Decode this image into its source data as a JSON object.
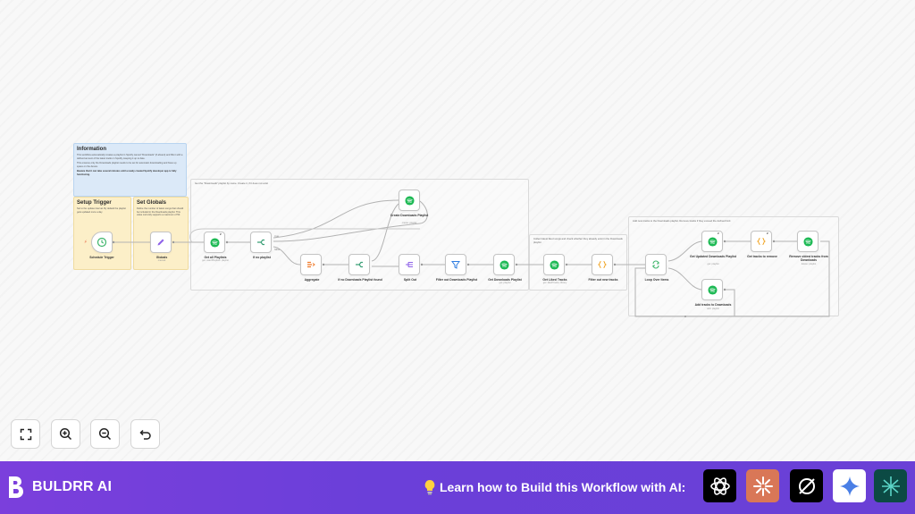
{
  "stickies": {
    "information": {
      "title": "Information",
      "p1": "This workflow automatically creates a playlist in Spotify named \"Downloads\" (if absent) and fills it with a defined amount of the latest tracks in Spotify, keeping it up to date.",
      "p2": "This ensures only the Downloads playlist needs to be set for automatic downloading and frees up space on the device.",
      "p3": "Beware that it can take several minutes until a newly created Spotify developer app is fully functioning."
    },
    "setup_trigger": {
      "title": "Setup Trigger",
      "text": "Set to the update interval. By default the playlist gets updated once a day."
    },
    "set_globals": {
      "title": "Set Globals",
      "text": "Define the number of latest songs that should be included in the Downloads playlist. This value currently supports a maximum of 50."
    },
    "group1_caption": "Get the \"Downloads\" playlist by name. Create it, if it does not exist",
    "group2_caption": "Collect latest liked songs and check whether they already exist in the Downloads playlist",
    "group3_caption": "Add new tracks to the Downloads playlist. Remove tracks if they exceed the defined limit"
  },
  "nodes": {
    "schedule_trigger": {
      "label": "Schedule Trigger",
      "sub": ""
    },
    "globals": {
      "label": "Globals",
      "sub": "manual"
    },
    "get_all_playlists": {
      "label": "Get all Playlists",
      "sub": "get: user/Playlists: playlist",
      "badge": "2"
    },
    "if_no_playlist": {
      "label": "If no playlist",
      "sub": ""
    },
    "create_downloads": {
      "label": "Create Downloads Playlist",
      "sub": "create: playlist"
    },
    "aggregate": {
      "label": "Aggregate",
      "sub": ""
    },
    "if_no_downloads": {
      "label": "If no Downloads Playlist found",
      "sub": ""
    },
    "split_out": {
      "label": "Split Out",
      "sub": ""
    },
    "filter_downloads": {
      "label": "Filter out Downloads Playlist",
      "sub": ""
    },
    "get_downloads": {
      "label": "Get Downloads Playlist",
      "sub": "get: playlist"
    },
    "get_liked": {
      "label": "Get Liked Tracks",
      "sub": "get: likedTracks: library"
    },
    "filter_new": {
      "label": "Filter out new tracks",
      "sub": ""
    },
    "loop": {
      "label": "Loop Over Items",
      "sub": ""
    },
    "get_updated": {
      "label": "Get Updated Downloads Playlist",
      "sub": "get: playlist",
      "badge": "2"
    },
    "get_tracks_remove": {
      "label": "Get tracks to remove",
      "sub": "",
      "badge": "2"
    },
    "remove_oldest": {
      "label": "Remove oldest tracks from Downloads",
      "sub": "delete: playlist"
    },
    "add_tracks": {
      "label": "Add tracks to Downloads",
      "sub": "add: playlist"
    }
  },
  "branch_labels": {
    "true": "true",
    "false": "false"
  },
  "footer": {
    "brand": "BULDRR AI",
    "learn": "Learn how to Build this Workflow with AI:"
  },
  "colors": {
    "spotify": "#1db954",
    "trigger": "#3eb56b",
    "purple": "#7b3fdc",
    "claude": "#d97757"
  },
  "icons": {
    "controls": [
      "fit-view-icon",
      "zoom-in-icon",
      "zoom-out-icon",
      "undo-icon"
    ],
    "ai_tools": [
      "chatgpt-icon",
      "claude-icon",
      "perplexity-icon",
      "gemini-icon",
      "deepseek-icon"
    ]
  }
}
